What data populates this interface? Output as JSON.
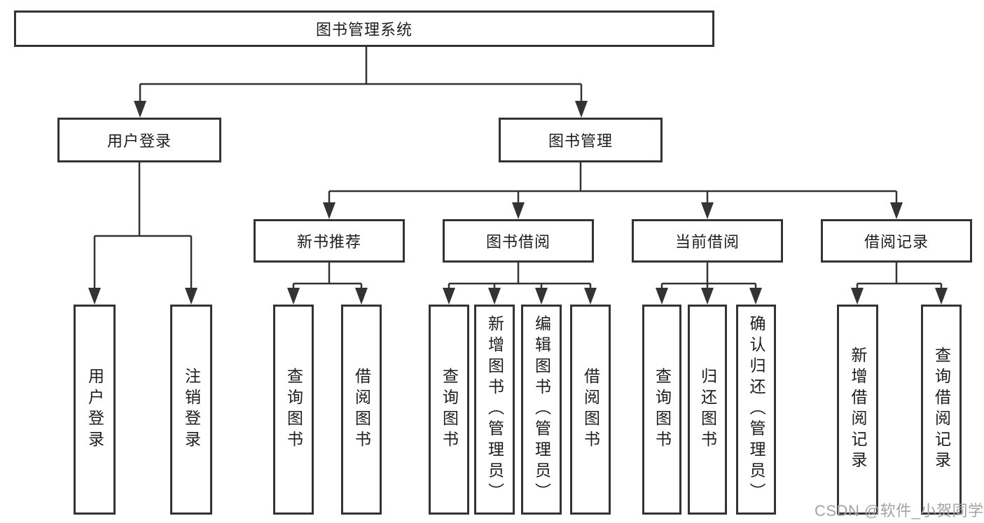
{
  "tree": {
    "root": {
      "label": "图书管理系统"
    },
    "branches": [
      {
        "label": "用户登录",
        "leaves": [
          {
            "label": "用户登录"
          },
          {
            "label": "注销登录"
          }
        ]
      },
      {
        "label": "图书管理",
        "groups": [
          {
            "label": "新书推荐",
            "leaves": [
              {
                "label": "查询图书"
              },
              {
                "label": "借阅图书"
              }
            ]
          },
          {
            "label": "图书借阅",
            "leaves": [
              {
                "label": "查询图书"
              },
              {
                "label": "新增图书（管理员）"
              },
              {
                "label": "编辑图书（管理员）"
              },
              {
                "label": "借阅图书"
              }
            ]
          },
          {
            "label": "当前借阅",
            "leaves": [
              {
                "label": "查询图书"
              },
              {
                "label": "归还图书"
              },
              {
                "label": "确认归还（管理员）"
              }
            ]
          },
          {
            "label": "借阅记录",
            "leaves": [
              {
                "label": "新增借阅记录"
              },
              {
                "label": "查询借阅记录"
              }
            ]
          }
        ]
      }
    ]
  },
  "watermark": "CSDN @软件_小贺同学",
  "colors": {
    "line": "#333333",
    "border": "#333333",
    "text": "#1d1d1d",
    "watermark": "#a3a3a3",
    "background": "#ffffff"
  }
}
